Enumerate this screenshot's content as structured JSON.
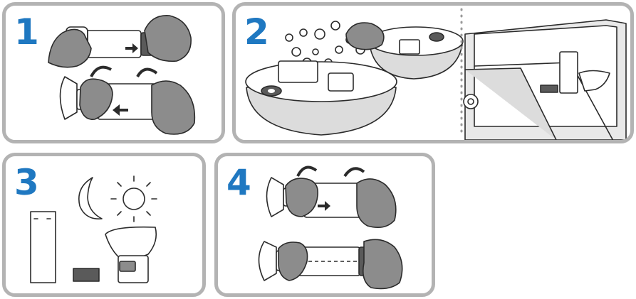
{
  "steps": [
    {
      "number": "1"
    },
    {
      "number": "2"
    },
    {
      "number": "3"
    },
    {
      "number": "4"
    }
  ],
  "colors": {
    "step_number": "#1f78c1",
    "panel_border": "#b3b3b3",
    "glove": "#8c8c8c",
    "dark_part": "#5a5a5a",
    "cabinet_fill": "#e9e9e9",
    "water": "#dcdcdc"
  },
  "icons": [
    "glove-hand-icon",
    "arrow-icon",
    "rotate-arrow-icon",
    "bubble-icon",
    "basin-icon",
    "moon-icon",
    "sun-icon",
    "cabinet-icon",
    "mouthpiece-icon"
  ]
}
